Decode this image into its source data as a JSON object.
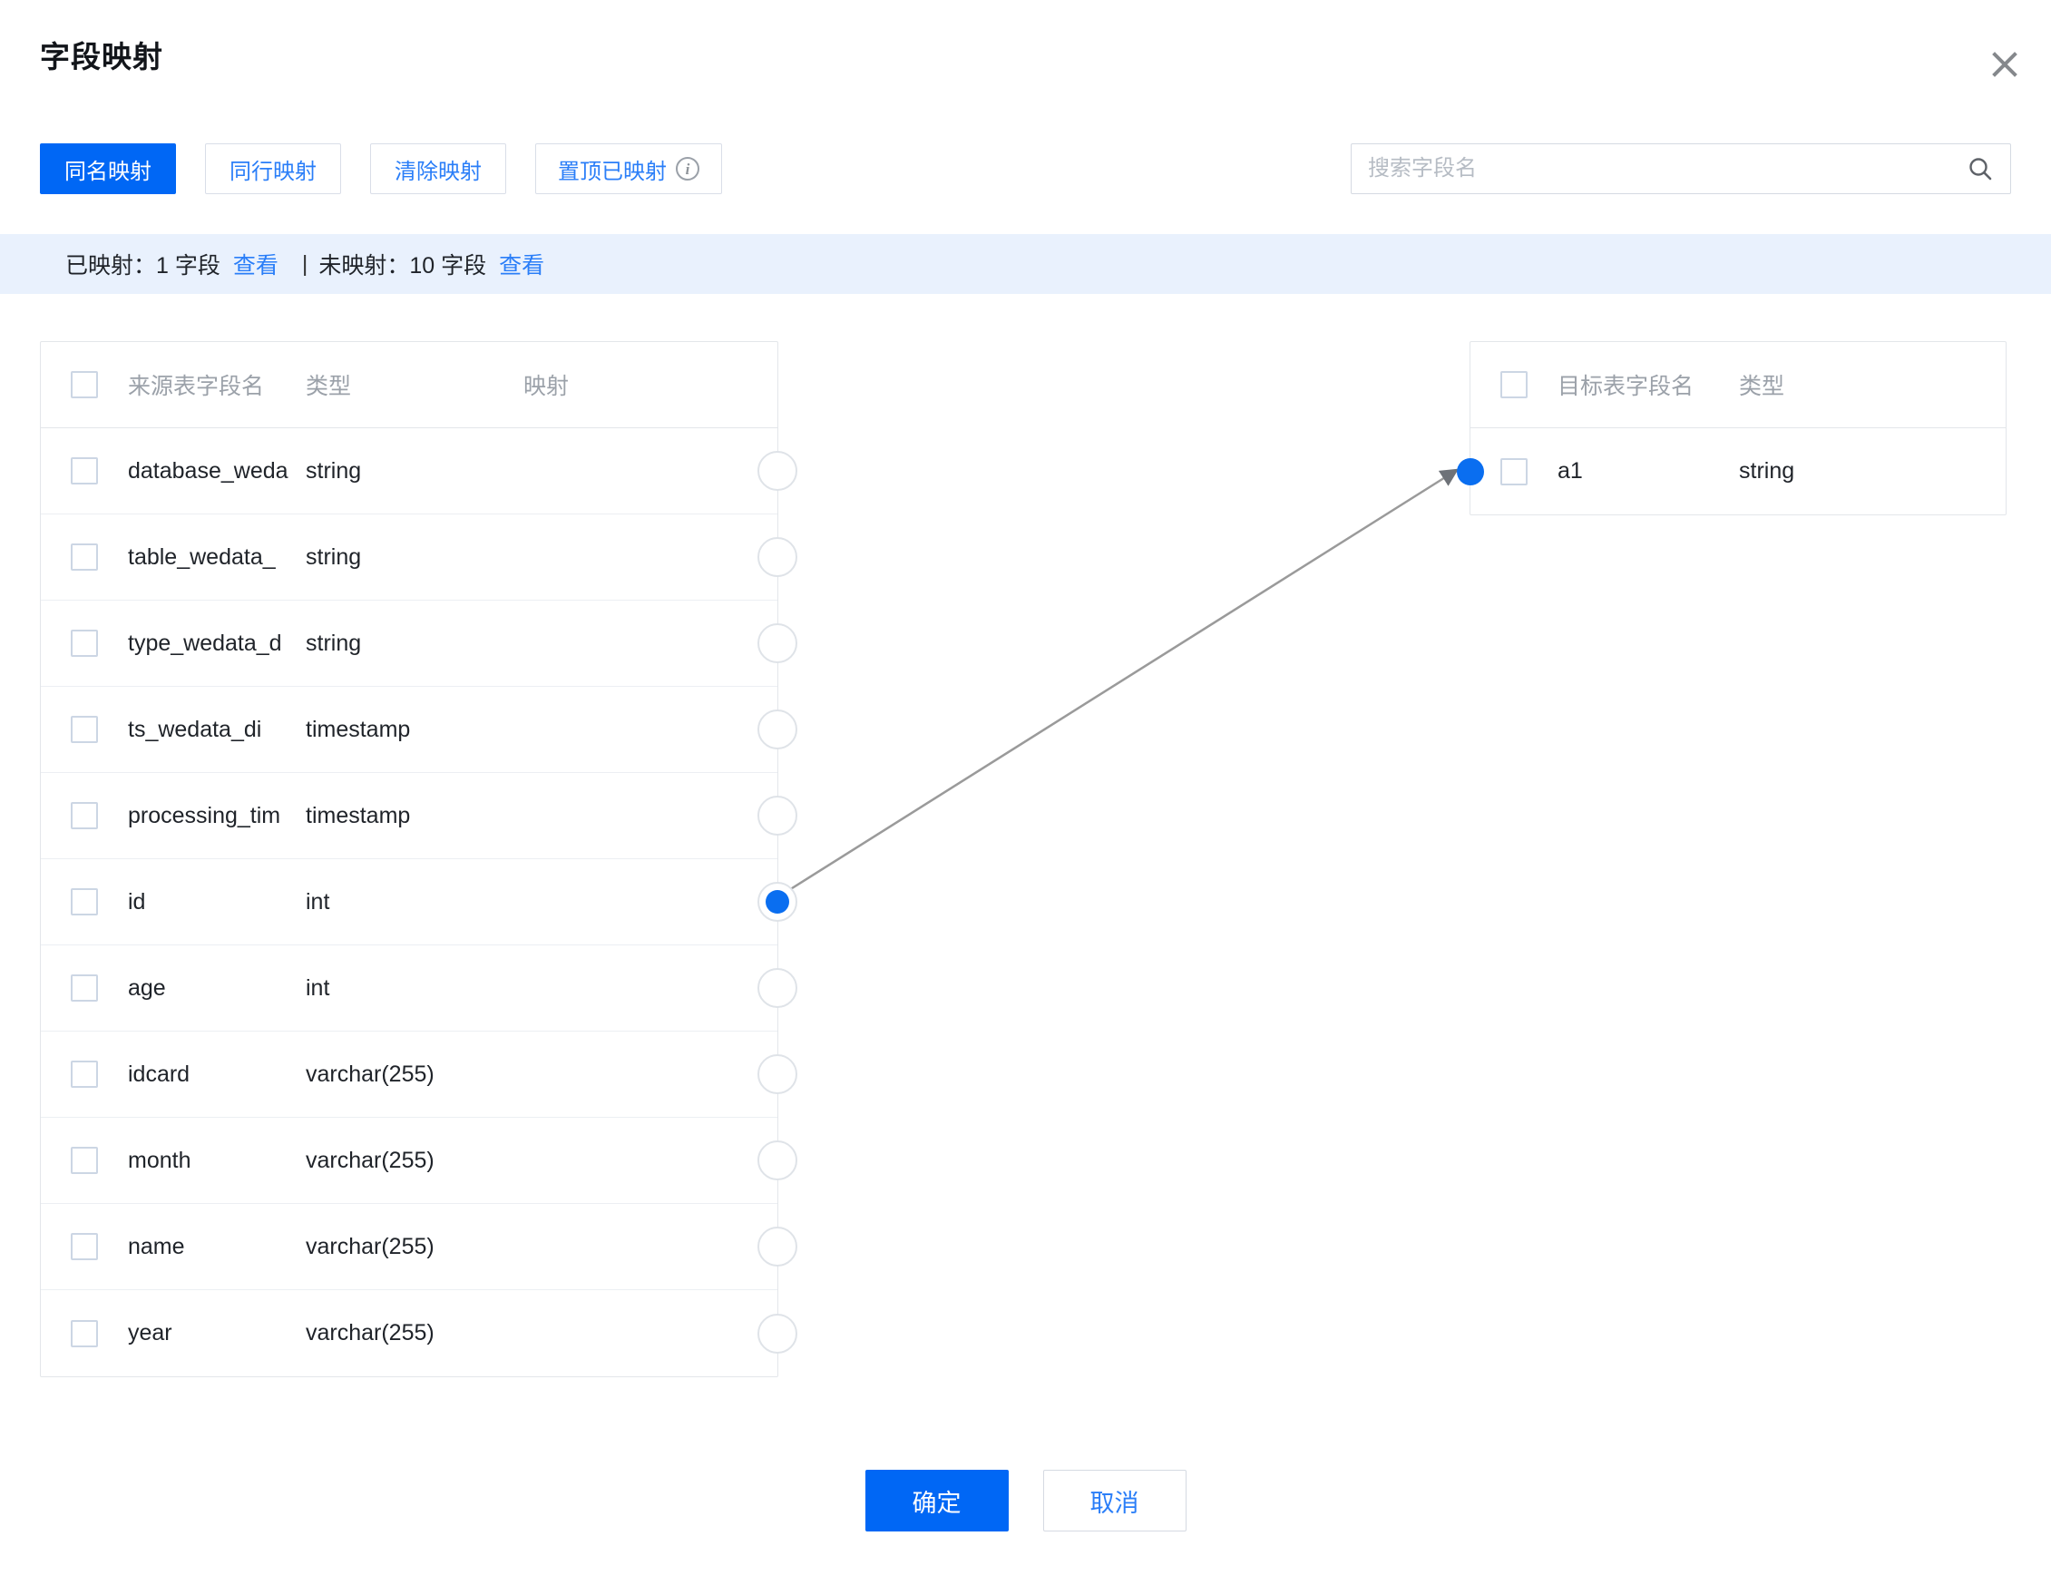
{
  "dialog": {
    "title": "字段映射",
    "close_icon": "close-icon"
  },
  "toolbar": {
    "buttons": [
      {
        "label": "同名映射",
        "primary": true,
        "info": false
      },
      {
        "label": "同行映射",
        "primary": false,
        "info": false
      },
      {
        "label": "清除映射",
        "primary": false,
        "info": false
      },
      {
        "label": "置顶已映射",
        "primary": false,
        "info": true
      }
    ],
    "info_icon_glyph": "i"
  },
  "search": {
    "value": "",
    "placeholder": "搜索字段名",
    "icon": "search-icon"
  },
  "status_bar": {
    "mapped_label": "已映射：1 字段",
    "mapped_link": "查看",
    "separator": "|",
    "unmapped_label": "未映射：10 字段",
    "unmapped_link": "查看",
    "background": "#e9f1fd",
    "link_color": "#2a7ef8"
  },
  "source_table": {
    "headers": {
      "name": "来源表字段名",
      "type": "类型",
      "mapping": "映射"
    },
    "rows": [
      {
        "name": "database_weda",
        "type": "string",
        "connected": false
      },
      {
        "name": "table_wedata_",
        "type": "string",
        "connected": false
      },
      {
        "name": "type_wedata_d",
        "type": "string",
        "connected": false
      },
      {
        "name": "ts_wedata_di",
        "type": "timestamp",
        "connected": false
      },
      {
        "name": "processing_tim",
        "type": "timestamp",
        "connected": false
      },
      {
        "name": "id",
        "type": "int",
        "connected": true
      },
      {
        "name": "age",
        "type": "int",
        "connected": false
      },
      {
        "name": "idcard",
        "type": "varchar(255)",
        "connected": false
      },
      {
        "name": "month",
        "type": "varchar(255)",
        "connected": false
      },
      {
        "name": "name",
        "type": "varchar(255)",
        "connected": false
      },
      {
        "name": "year",
        "type": "varchar(255)",
        "connected": false
      }
    ]
  },
  "target_table": {
    "headers": {
      "name": "目标表字段名",
      "type": "类型"
    },
    "rows": [
      {
        "name": "a1",
        "type": "string",
        "connected": true
      }
    ]
  },
  "mapping_links": [
    {
      "from": "id",
      "to": "a1"
    }
  ],
  "footer": {
    "confirm_label": "确定",
    "cancel_label": "取消"
  },
  "colors": {
    "accent": "#0067f5",
    "link": "#2a7ef8",
    "connector_active": "#0a6ef0",
    "line": "#9a9a9a",
    "border": "#e3e6ea"
  }
}
